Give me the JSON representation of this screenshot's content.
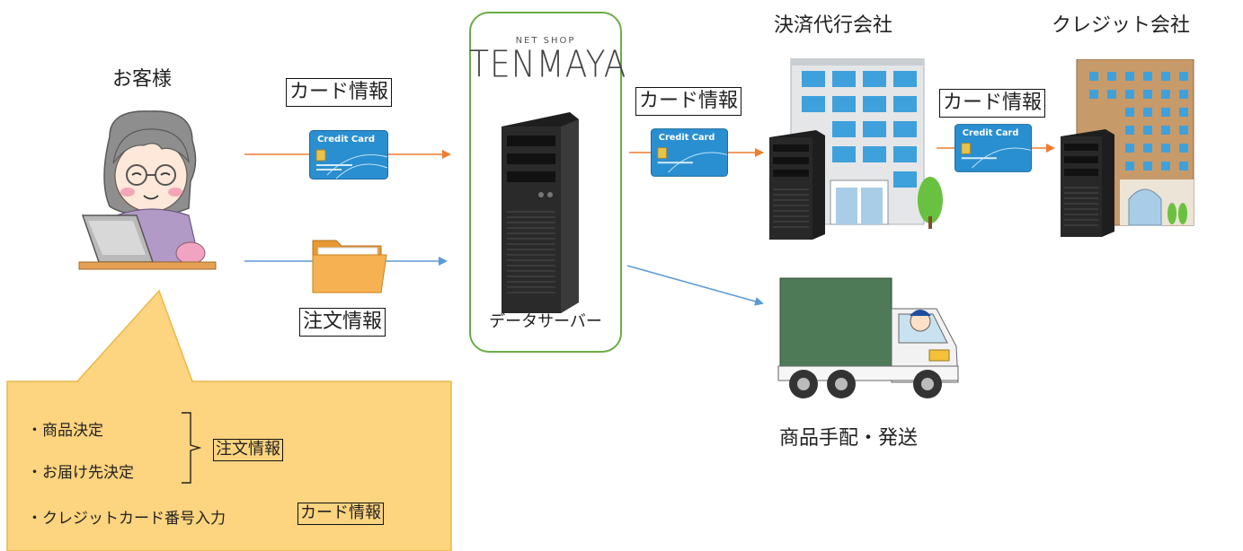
{
  "customer": {
    "title": "お客様"
  },
  "flows": {
    "card_label_left": "カード情報",
    "order_label": "注文情報",
    "card_label_mid": "カード情報",
    "card_label_right": "カード情報"
  },
  "server": {
    "logo_top": "NET SHOP",
    "logo_main": "TENMAYA",
    "caption": "データサーバー",
    "border_color": "#6aac44"
  },
  "payment_agent": {
    "title": "決済代行会社"
  },
  "credit_company": {
    "title": "クレジット会社"
  },
  "shipping": {
    "caption": "商品手配・発送"
  },
  "card_text": "Credit Card",
  "callout": {
    "item1": "・商品決定",
    "item2": "・お届け先決定",
    "group_label": "注文情報",
    "item3": "・クレジットカード番号入力",
    "item3_label": "カード情報",
    "fill_color": "#fdd47f"
  },
  "colors": {
    "card_arrow": "#ee7d31",
    "order_arrow": "#5b9bd5"
  }
}
